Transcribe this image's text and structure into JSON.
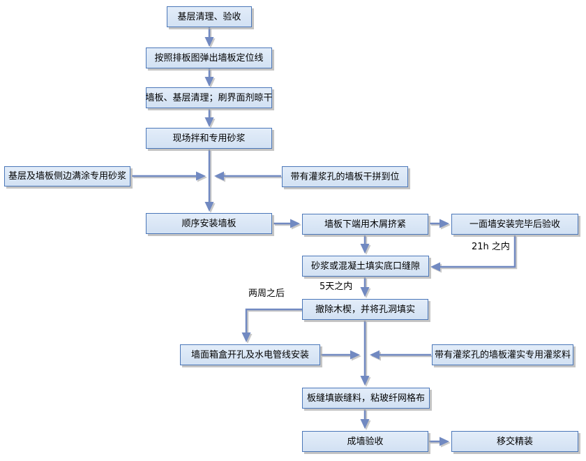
{
  "colors": {
    "node_fill": "#d7e4f4",
    "node_border": "#4a76b8",
    "arrow": "#7189c1",
    "shadow": "#b0b0b0",
    "text": "#000000",
    "background": "#ffffff"
  },
  "nodes": {
    "base_cleaning_acceptance": {
      "label": "基层清理、验收"
    },
    "snap_panel_layout_lines": {
      "label": "按照排板图弹出墙板定位线"
    },
    "clean_and_brush_interface_agent": {
      "label": "墙板、基层清理；刷界面剂晾干"
    },
    "mix_special_mortar_onsite": {
      "label": "现场拌和专用砂浆"
    },
    "coat_base_and_panel_sides": {
      "label": "基层及墙板侧边满涂专用砂浆"
    },
    "dry_fit_grout_hole_panels": {
      "label": "带有灌浆孔的墙板干拼到位"
    },
    "install_panels_in_sequence": {
      "label": "顺序安装墙板"
    },
    "wedge_panel_bottom": {
      "label": "墙板下端用木屑挤紧"
    },
    "inspect_finished_wall": {
      "label": "一面墙安装完毕后验收"
    },
    "fill_bottom_joint": {
      "label": "砂浆或混凝土填实底口缝隙"
    },
    "remove_wedges_fill_holes": {
      "label": "撤除木楔，并将孔洞填实"
    },
    "cut_openings_install_mep": {
      "label": "墙面箱盒开孔及水电管线安装"
    },
    "grout_panels_with_grout": {
      "label": "带有灌浆孔的墙板灌实专用灌浆料"
    },
    "fill_joints_fiberglass_mesh": {
      "label": "板缝填嵌缝料，粘玻纤网格布"
    },
    "finished_wall_acceptance": {
      "label": "成墙验收"
    },
    "handover_to_finishing": {
      "label": "移交精装"
    }
  },
  "edge_labels": {
    "within_21h": "21h 之内",
    "within_5_days": "5天之内",
    "after_two_weeks": "两周之后"
  }
}
